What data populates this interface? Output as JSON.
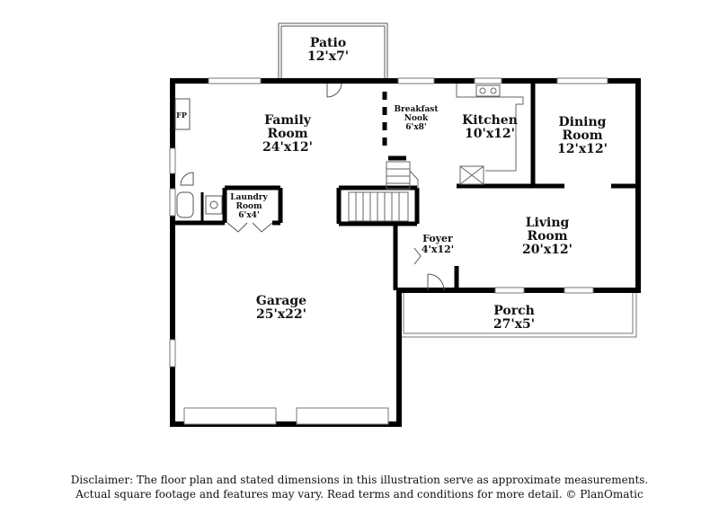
{
  "rooms": {
    "patio": {
      "name": "Patio",
      "dims": "12'x7'"
    },
    "family": {
      "name1": "Family",
      "name2": "Room",
      "dims": "24'x12'"
    },
    "nook": {
      "name1": "Breakfast",
      "name2": "Nook",
      "dims": "6'x8'"
    },
    "kitchen": {
      "name": "Kitchen",
      "dims": "10'x12'"
    },
    "dining": {
      "name1": "Dining",
      "name2": "Room",
      "dims": "12'x12'"
    },
    "laundry": {
      "name1": "Laundry",
      "name2": "Room",
      "dims": "6'x4'"
    },
    "living": {
      "name1": "Living",
      "name2": "Room",
      "dims": "20'x12'"
    },
    "foyer": {
      "name": "Foyer",
      "dims": "4'x12'"
    },
    "garage": {
      "name": "Garage",
      "dims": "25'x22'"
    },
    "porch": {
      "name": "Porch",
      "dims": "27'x5'"
    }
  },
  "fixtures": {
    "fireplace": "FP"
  },
  "disclaimer": {
    "line1": "Disclaimer: The floor plan and stated dimensions in this illustration serve as approximate measurements.",
    "line2": "Actual square footage and features may vary. Read terms and conditions for more detail. © PlanOmatic"
  }
}
